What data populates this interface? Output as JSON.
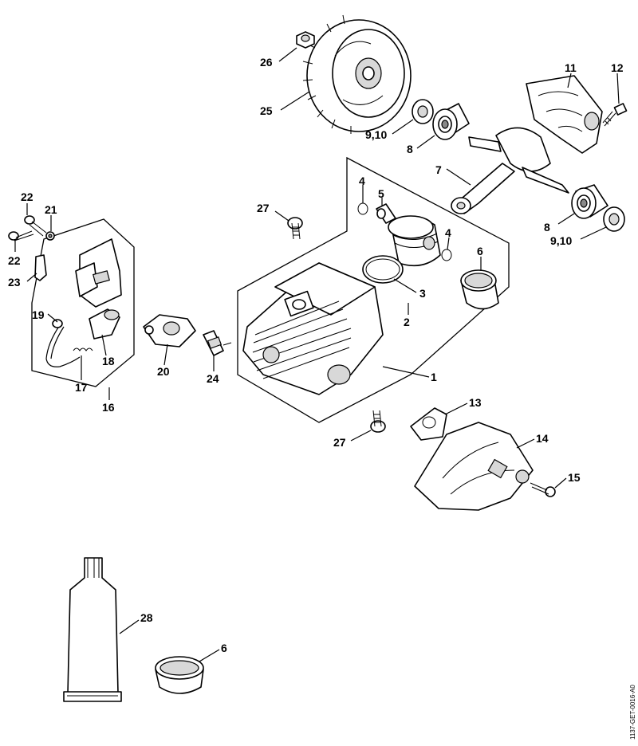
{
  "diagram": {
    "document_id": "1137-GET-0016-A0",
    "callouts": [
      {
        "id": "c26",
        "text": "26",
        "part": "nut-26"
      },
      {
        "id": "c25",
        "text": "25",
        "part": "flywheel-25"
      },
      {
        "id": "c11",
        "text": "11",
        "part": "crankcase-11"
      },
      {
        "id": "c12",
        "text": "12",
        "part": "screw-12"
      },
      {
        "id": "c910a",
        "text": "9,10",
        "part": "oil-seal-upper"
      },
      {
        "id": "c8a",
        "text": "8",
        "part": "bearing-upper"
      },
      {
        "id": "c7",
        "text": "7",
        "part": "crankshaft-7"
      },
      {
        "id": "c22a",
        "text": "22",
        "part": "screw-22-upper"
      },
      {
        "id": "c21",
        "text": "21",
        "part": "washer-21"
      },
      {
        "id": "c22b",
        "text": "22",
        "part": "screw-22-lower"
      },
      {
        "id": "c23",
        "text": "23",
        "part": "clip-23"
      },
      {
        "id": "c19",
        "text": "19",
        "part": "ignition-lead-19"
      },
      {
        "id": "c18",
        "text": "18",
        "part": "spark-boot-18"
      },
      {
        "id": "c17",
        "text": "17",
        "part": "spring-17"
      },
      {
        "id": "c16",
        "text": "16",
        "part": "ignition-module-16"
      },
      {
        "id": "c27a",
        "text": "27",
        "part": "screw-27-upper"
      },
      {
        "id": "c4a",
        "text": "4",
        "part": "circlip-4-left"
      },
      {
        "id": "c5",
        "text": "5",
        "part": "piston-pin-5"
      },
      {
        "id": "c4b",
        "text": "4",
        "part": "circlip-4-right"
      },
      {
        "id": "c6a",
        "text": "6",
        "part": "piston-ring-6"
      },
      {
        "id": "c3",
        "text": "3",
        "part": "ring-3"
      },
      {
        "id": "c2",
        "text": "2",
        "part": "piston-2"
      },
      {
        "id": "c8b",
        "text": "8",
        "part": "bearing-lower"
      },
      {
        "id": "c910b",
        "text": "9,10",
        "part": "oil-seal-lower"
      },
      {
        "id": "c20",
        "text": "20",
        "part": "intake-manifold-20"
      },
      {
        "id": "c24",
        "text": "24",
        "part": "spark-plug-24"
      },
      {
        "id": "c1",
        "text": "1",
        "part": "cylinder-1"
      },
      {
        "id": "c13",
        "text": "13",
        "part": "gasket-13"
      },
      {
        "id": "c27b",
        "text": "27",
        "part": "screw-27-lower"
      },
      {
        "id": "c14",
        "text": "14",
        "part": "muffler-14"
      },
      {
        "id": "c15",
        "text": "15",
        "part": "screw-15"
      },
      {
        "id": "c28",
        "text": "28",
        "part": "grease-tube-28"
      },
      {
        "id": "c6b",
        "text": "6",
        "part": "piston-ring-6-loose"
      }
    ]
  }
}
